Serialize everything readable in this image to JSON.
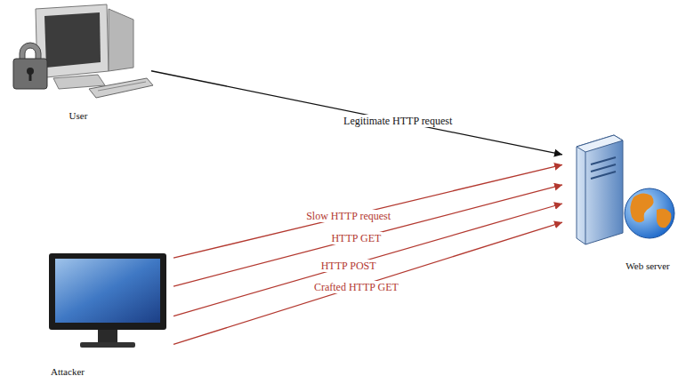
{
  "diagram": {
    "nodes": [
      {
        "text": [
          "User"
        ]
      },
      {
        "text": [
          "Attacker"
        ]
      },
      {
        "text": [
          "Web server"
        ]
      }
    ],
    "edges": [
      {
        "from": 0,
        "to": 2,
        "arrow": "to",
        "label": "Legitimate HTTP request"
      },
      {
        "from": 1,
        "to": 2,
        "arrow": "to",
        "label": "Slow HTTP request"
      },
      {
        "from": 1,
        "to": 2,
        "arrow": "to",
        "label": "HTTP GET"
      },
      {
        "from": 1,
        "to": 2,
        "arrow": "to",
        "label": "HTTP POST"
      },
      {
        "from": 1,
        "to": 2,
        "arrow": "to",
        "label": "Crafted HTTP GET"
      }
    ]
  }
}
